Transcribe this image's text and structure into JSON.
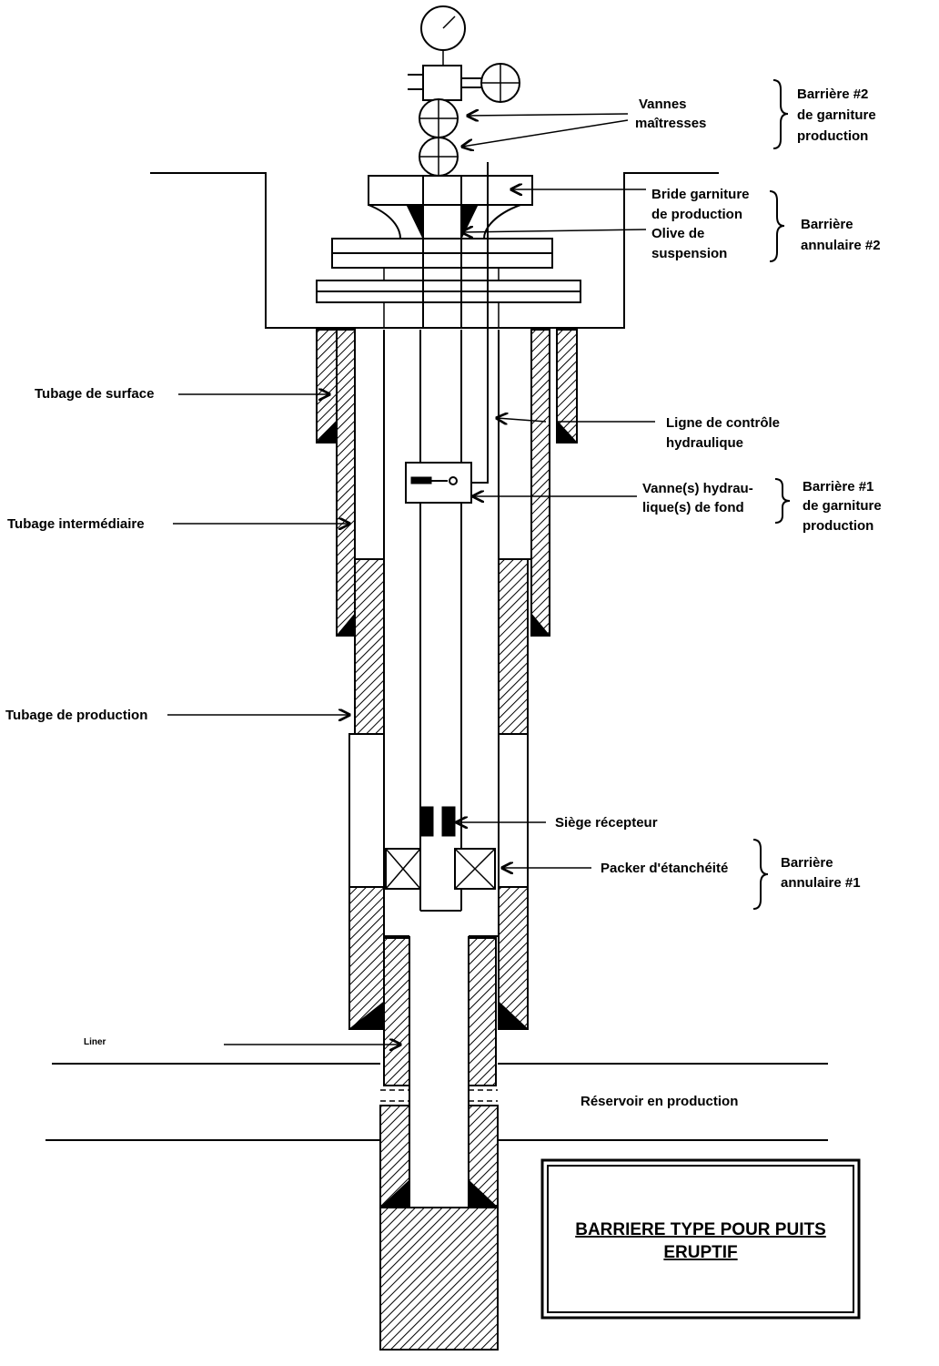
{
  "labels": {
    "vannes_maitresses": [
      "Vannes",
      "maîtresses"
    ],
    "barriere2_garniture": [
      "Barrière #2",
      "de garniture",
      "production"
    ],
    "bride_olive": [
      "Bride garniture",
      "de production",
      "Olive de",
      "suspension"
    ],
    "barriere_annulaire2": [
      "Barrière",
      "annulaire #2"
    ],
    "tubage_surface": "Tubage de surface",
    "ligne_controle": [
      "Ligne de contrôle",
      "hydraulique"
    ],
    "vannes_hydrauliques": [
      "Vanne(s) hydrau-",
      "lique(s) de fond"
    ],
    "barriere1_garniture": [
      "Barrière #1",
      "de garniture",
      "production"
    ],
    "tubage_intermediaire": "Tubage intermédiaire",
    "tubage_production": "Tubage de production",
    "siege_recepteur": "Siège récepteur",
    "packer": "Packer d'étanchéité",
    "barriere_annulaire1": [
      "Barrière",
      "annulaire #1"
    ],
    "liner": "Liner",
    "reservoir": "Réservoir en production"
  },
  "title": [
    "BARRIERE TYPE POUR PUITS",
    "ERUPTIF"
  ]
}
